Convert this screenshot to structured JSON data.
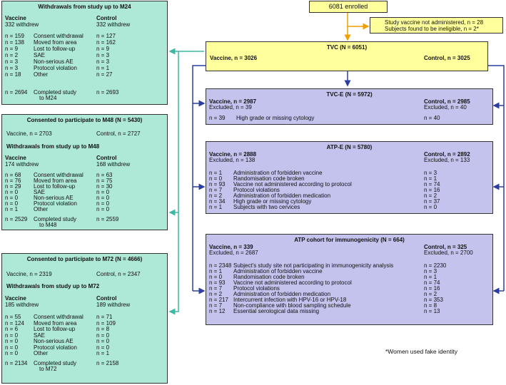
{
  "colors": {
    "green": "#aee8d6",
    "purple": "#c3c3ee",
    "yellow": "#ffff9c",
    "arrow_teal": "#3cb8a4",
    "arrow_blue": "#2c3fa0",
    "arrow_orange": "#f0a000"
  },
  "enrolled": "6081 enrolled",
  "excluded_top": {
    "line1": "Study vaccine not administered, n = 28",
    "line2": "Subjects found to be ineligible,  n = 2*"
  },
  "tvc": {
    "title": "TVC (N = 6051)",
    "vaccine": "Vaccine, n = 3026",
    "control": "Control, n = 3025"
  },
  "tvce": {
    "title": "TVC-E (N = 5972)",
    "vaccine": "Vaccine, n = 2987",
    "control": "Control, n = 2985",
    "excl_v": "Excluded, n = 39",
    "excl_c": "Excluded, n = 40",
    "rows": [
      {
        "v": "n = 39",
        "label": "High grade or missing cytology",
        "c": "n = 40"
      }
    ]
  },
  "atpe": {
    "title": "ATP-E (N = 5780)",
    "vaccine": "Vaccine, n = 2888",
    "control": "Control, n = 2892",
    "excl_v": "Excluded, n = 138",
    "excl_c": "Excluded, n = 133",
    "rows": [
      {
        "v": "n = 1",
        "label": "Administration of forbidden vaccine",
        "c": "n = 3"
      },
      {
        "v": "n = 0",
        "label": "Randomisation code broken",
        "c": "n = 1"
      },
      {
        "v": "n = 93",
        "label": "Vaccine not administered according to protocol",
        "c": "n = 74"
      },
      {
        "v": "n = 7",
        "label": "Protocol violations",
        "c": "n = 16"
      },
      {
        "v": "n = 2",
        "label": "Administration of forbidden medication",
        "c": "n = 2"
      },
      {
        "v": "n = 34",
        "label": "High grade or missing cytology",
        "c": "n = 37"
      },
      {
        "v": "n = 1",
        "label": "Subjects with two cervices",
        "c": "n = 0"
      }
    ]
  },
  "atpi": {
    "title": "ATP cohort for immunogenicity (N = 664)",
    "vaccine": "Vaccine, n = 339",
    "control": "Control, n = 325",
    "excl_v": "Excluded, n = 2687",
    "excl_c": "Excluded, n = 2700",
    "rows": [
      {
        "v": "n = 2348",
        "label": "Subject's study site not participating in immunogenicity analysis",
        "c": "n = 2230"
      },
      {
        "v": "n = 1",
        "label": "Administration of forbidden vaccine",
        "c": "n = 3"
      },
      {
        "v": "n = 0",
        "label": "Randomisation code broken",
        "c": "n = 1"
      },
      {
        "v": "n = 93",
        "label": "Vaccine not administered according to protocol",
        "c": "n = 74"
      },
      {
        "v": "n = 7",
        "label": "Protocol violations",
        "c": "n = 16"
      },
      {
        "v": "n = 2",
        "label": "Administration of forbidden medication",
        "c": "n = 2"
      },
      {
        "v": "n = 217",
        "label": "Intercurrent infection with HPV-16 or HPV-18",
        "c": "n = 353"
      },
      {
        "v": "n = 7",
        "label": "Non-compliance with blood sampling schedule",
        "c": "n = 8"
      },
      {
        "v": "n = 12",
        "label": "Essential serological data missing",
        "c": "n = 13"
      }
    ]
  },
  "m24": {
    "title": "Withdrawals from study up to M24",
    "vaccine": "Vaccine",
    "control": "Control",
    "vw": "332 withdrew",
    "cw": "332 withdrew",
    "rows": [
      {
        "v": "n = 159",
        "label": "Consent withdrawal",
        "c": "n = 127"
      },
      {
        "v": "n = 138",
        "label": "Moved from area",
        "c": "n = 162"
      },
      {
        "v": "n = 9",
        "label": "Lost to follow-up",
        "c": "n = 9"
      },
      {
        "v": "n = 2",
        "label": "SAE",
        "c": "n = 3"
      },
      {
        "v": "n = 3",
        "label": "Non-serious AE",
        "c": "n = 3"
      },
      {
        "v": "n = 3",
        "label": "Protocol violation",
        "c": "n = 1"
      },
      {
        "v": "n = 18",
        "label": "Other",
        "c": "n = 27"
      }
    ],
    "completed": {
      "v": "n = 2694",
      "label1": "Completed study",
      "label2": "to M24",
      "c": "n = 2693"
    }
  },
  "m48": {
    "consent": "Consented to participate to M48 (N = 5430)",
    "cv": "Vaccine, n = 2703",
    "cc": "Control, n = 2727",
    "title": "Withdrawals from study up to M48",
    "vaccine": "Vaccine",
    "control": "Control",
    "vw": "174 withdrew",
    "cw": "168 withdrew",
    "rows": [
      {
        "v": "n = 68",
        "label": "Consent withdrawal",
        "c": "n = 63"
      },
      {
        "v": "n = 76",
        "label": "Moved from area",
        "c": "n = 75"
      },
      {
        "v": "n = 29",
        "label": "Lost to follow-up",
        "c": "n = 30"
      },
      {
        "v": "n = 0",
        "label": "SAE",
        "c": "n = 0"
      },
      {
        "v": "n = 0",
        "label": "Non-serious AE",
        "c": "n = 0"
      },
      {
        "v": "n = 0",
        "label": "Protocol violation",
        "c": "n = 0"
      },
      {
        "v": "n = 1",
        "label": "Other",
        "c": "n = 0"
      }
    ],
    "completed": {
      "v": "n = 2529",
      "label1": "Completed study",
      "label2": "to M48",
      "c": "n = 2559"
    }
  },
  "m72": {
    "consent": "Consented to participate to M72 (N = 4666)",
    "cv": "Vaccine, n = 2319",
    "cc": "Control, n = 2347",
    "title": "Withdrawals from study up to M72",
    "vaccine": "Vaccine",
    "control": "Control",
    "vw": "185 withdrew",
    "cw": "189 withdrew",
    "rows": [
      {
        "v": "n = 55",
        "label": "Consent withdrawal",
        "c": "n = 71"
      },
      {
        "v": "n = 124",
        "label": "Moved from area",
        "c": "n = 109"
      },
      {
        "v": "n = 6",
        "label": "Lost to follow-up",
        "c": "n = 8"
      },
      {
        "v": "n = 0",
        "label": "SAE",
        "c": "n = 0"
      },
      {
        "v": "n = 0",
        "label": "Non-serious AE",
        "c": "n = 0"
      },
      {
        "v": "n = 0",
        "label": "Protocol violation",
        "c": "n = 0"
      },
      {
        "v": "n = 0",
        "label": "Other",
        "c": "n = 1"
      }
    ],
    "completed": {
      "v": "n = 2134",
      "label1": "Completed study",
      "label2": "to M72",
      "c": "n = 2158"
    }
  },
  "footnote": "*Women used fake identity"
}
